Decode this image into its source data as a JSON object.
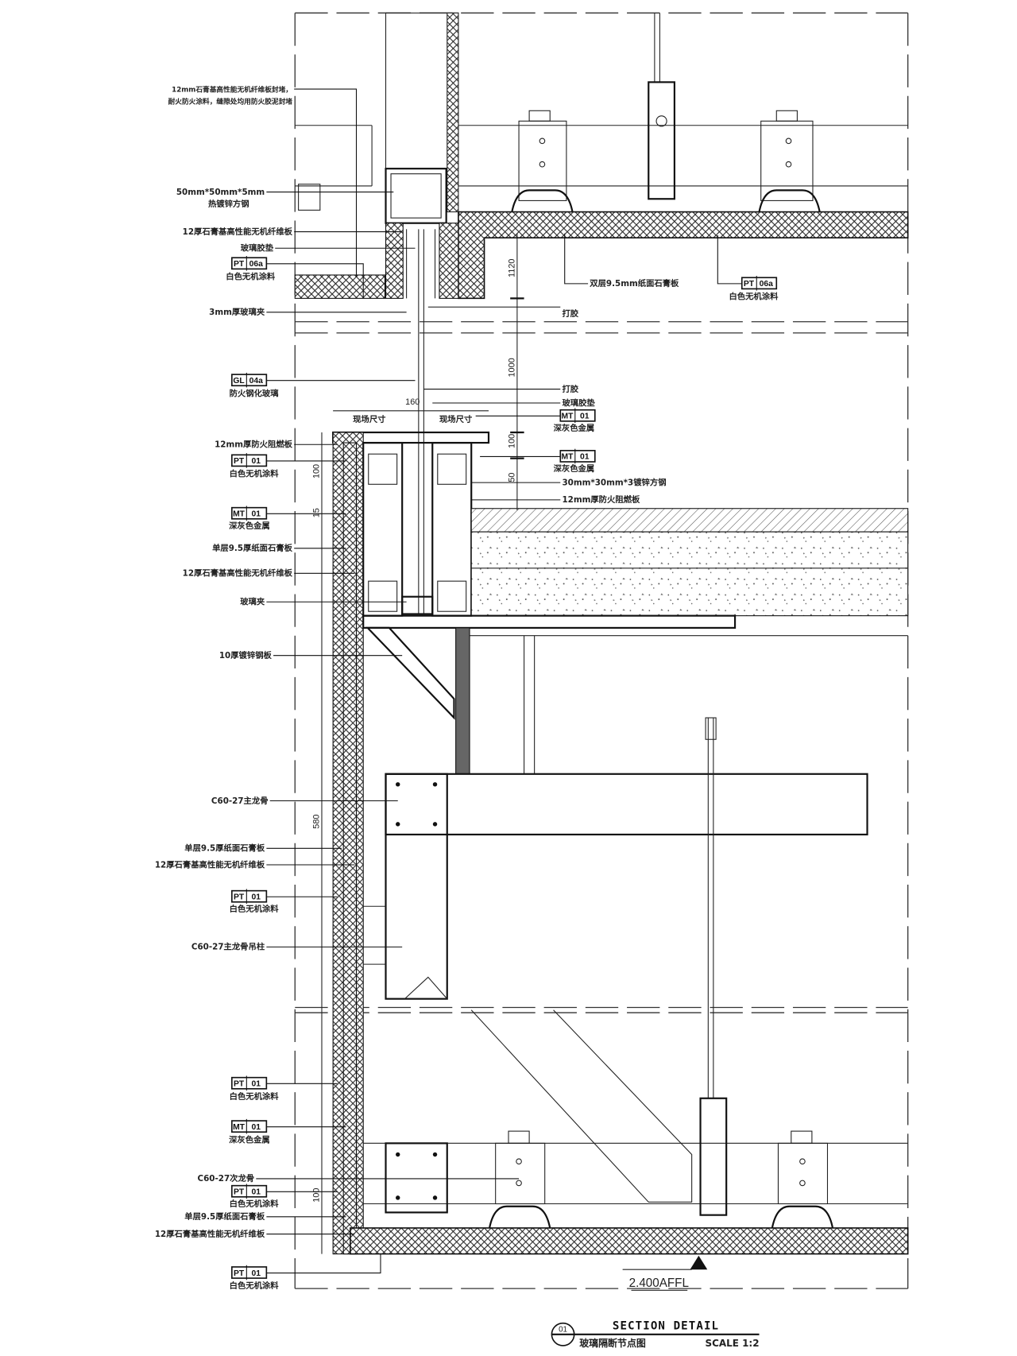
{
  "drawing": {
    "title": "SECTION DETAIL",
    "subtitle": "玻璃隔断节点图",
    "scale": "SCALE 1:2",
    "detail_number": "01",
    "level_mark": "2.400AFFL"
  },
  "left_labels": {
    "fire_seal_1": "12mm石膏基高性能无机纤维板封堵，",
    "fire_seal_2": "耐火防火涂料，缝隙处均用防火胶泥封堵",
    "steel_tube_1": "50mm*50mm*5mm",
    "steel_tube_2": "热镀锌方钢",
    "fiber_board_a": "12厚石膏基高性能无机纤维板",
    "glass_gasket_a": "玻璃胶垫",
    "pt06a_note": "白色无机涂料",
    "glass_clip_3mm": "3mm厚玻璃夹",
    "gl04a_note": "防火钢化玻璃",
    "fire_board_a": "12mm厚防火阻燃板",
    "pt01_note_a": "白色无机涂料",
    "mt01_note_a": "深灰色金属",
    "gypsum_a": "单层9.5厚纸面石膏板",
    "fiber_board_b": "12厚石膏基高性能无机纤维板",
    "glass_clip": "玻璃夹",
    "steel_plate": "10厚镀锌钢板",
    "main_keel": "C60-27主龙骨",
    "gypsum_b": "单层9.5厚纸面石膏板",
    "fiber_board_c": "12厚石膏基高性能无机纤维板",
    "pt01_note_b": "白色无机涂料",
    "main_keel_hanger": "C60-27主龙骨吊柱",
    "pt01_note_c": "白色无机涂料",
    "mt01_note_b": "深灰色金属",
    "sub_keel": "C60-27次龙骨",
    "pt01_note_d": "白色无机涂料",
    "gypsum_c": "单层9.5厚纸面石膏板",
    "fiber_board_d": "12厚石膏基高性能无机纤维板",
    "pt01_note_e": "白色无机涂料"
  },
  "right_labels": {
    "double_gypsum": "双层9.5mm纸面石膏板",
    "pt06a_note": "白色无机涂料",
    "sealant_a": "打胶",
    "sealant_b": "打胶",
    "glass_gasket": "玻璃胶垫",
    "mt01_note_a": "深灰色金属",
    "mt01_note_b": "深灰色金属",
    "steel_tube_small": "30mm*30mm*3镀锌方钢",
    "fire_board": "12mm厚防火阻燃板"
  },
  "tags": {
    "pt": "PT",
    "mt": "MT",
    "gl": "GL",
    "n01": "01",
    "n06a": "06a",
    "n04a": "04a"
  },
  "dimensions": {
    "d1120": "1120",
    "d1000": "1000",
    "d160": "160",
    "site_a": "现场尺寸",
    "site_b": "现场尺寸",
    "d100_r": "100",
    "d50": "50",
    "d100_l": "100",
    "d15": "15",
    "d580": "580",
    "d100_b": "100"
  }
}
